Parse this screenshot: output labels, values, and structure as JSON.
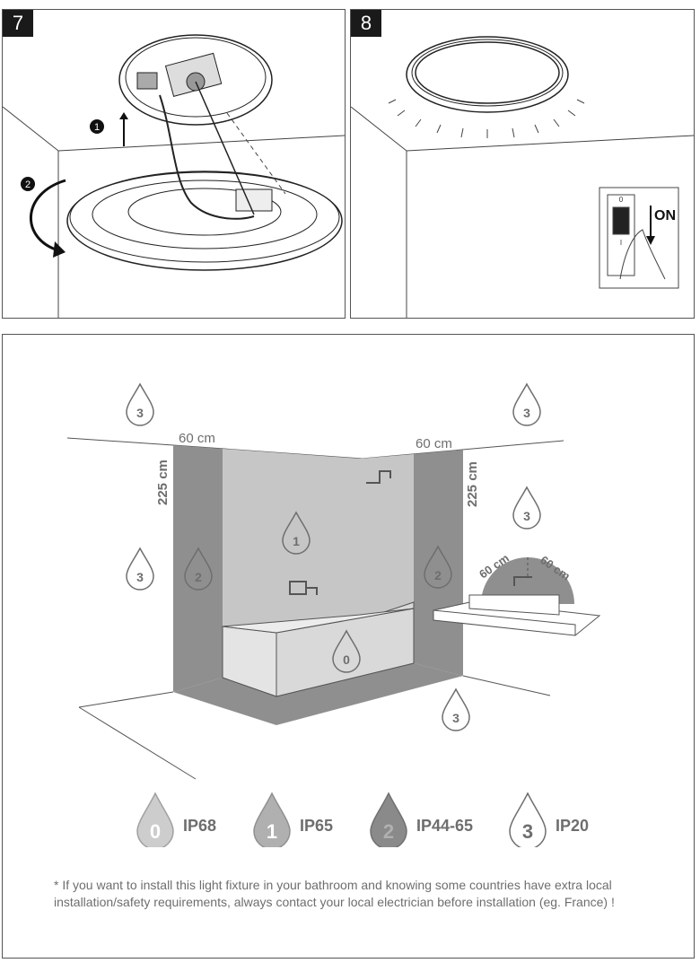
{
  "step7": {
    "number": "7",
    "marker1": "1",
    "marker2": "2"
  },
  "step8": {
    "number": "8",
    "switch_label": "ON",
    "switch_top": "0",
    "switch_bottom": "I"
  },
  "zones": {
    "dim_left_width": "60 cm",
    "dim_right_width": "60 cm",
    "dim_left_height": "225 cm",
    "dim_right_height": "225 cm",
    "sink_dim_left": "60 cm",
    "sink_dim_right": "60 cm",
    "drops": {
      "z3_top_left": "3",
      "z3_top_right": "3",
      "z3_right": "3",
      "z3_left": "3",
      "z3_bottom": "3",
      "z2_left": "2",
      "z2_right": "2",
      "z1": "1",
      "z0": "0"
    }
  },
  "legend": [
    {
      "zone": "0",
      "code": "IP68",
      "fill": "#cdcdcd",
      "text": "#ffffff"
    },
    {
      "zone": "1",
      "code": "IP65",
      "fill": "#b0b0b0",
      "text": "#ffffff"
    },
    {
      "zone": "2",
      "code": "IP44-65",
      "fill": "#8a8a8a",
      "text": "#b0b0b0"
    },
    {
      "zone": "3",
      "code": "IP20",
      "fill": "#ffffff",
      "text": "#6e6e6e"
    }
  ],
  "note": "* If you want to install this light fixture in your bathroom and knowing some countries have extra local installation/safety requirements, always contact your local electrician before installation (eg. France) !",
  "colors": {
    "zone0": "#d9d9d9",
    "zone1": "#c6c6c6",
    "zone2": "#8f8f8f",
    "line": "#555555"
  }
}
